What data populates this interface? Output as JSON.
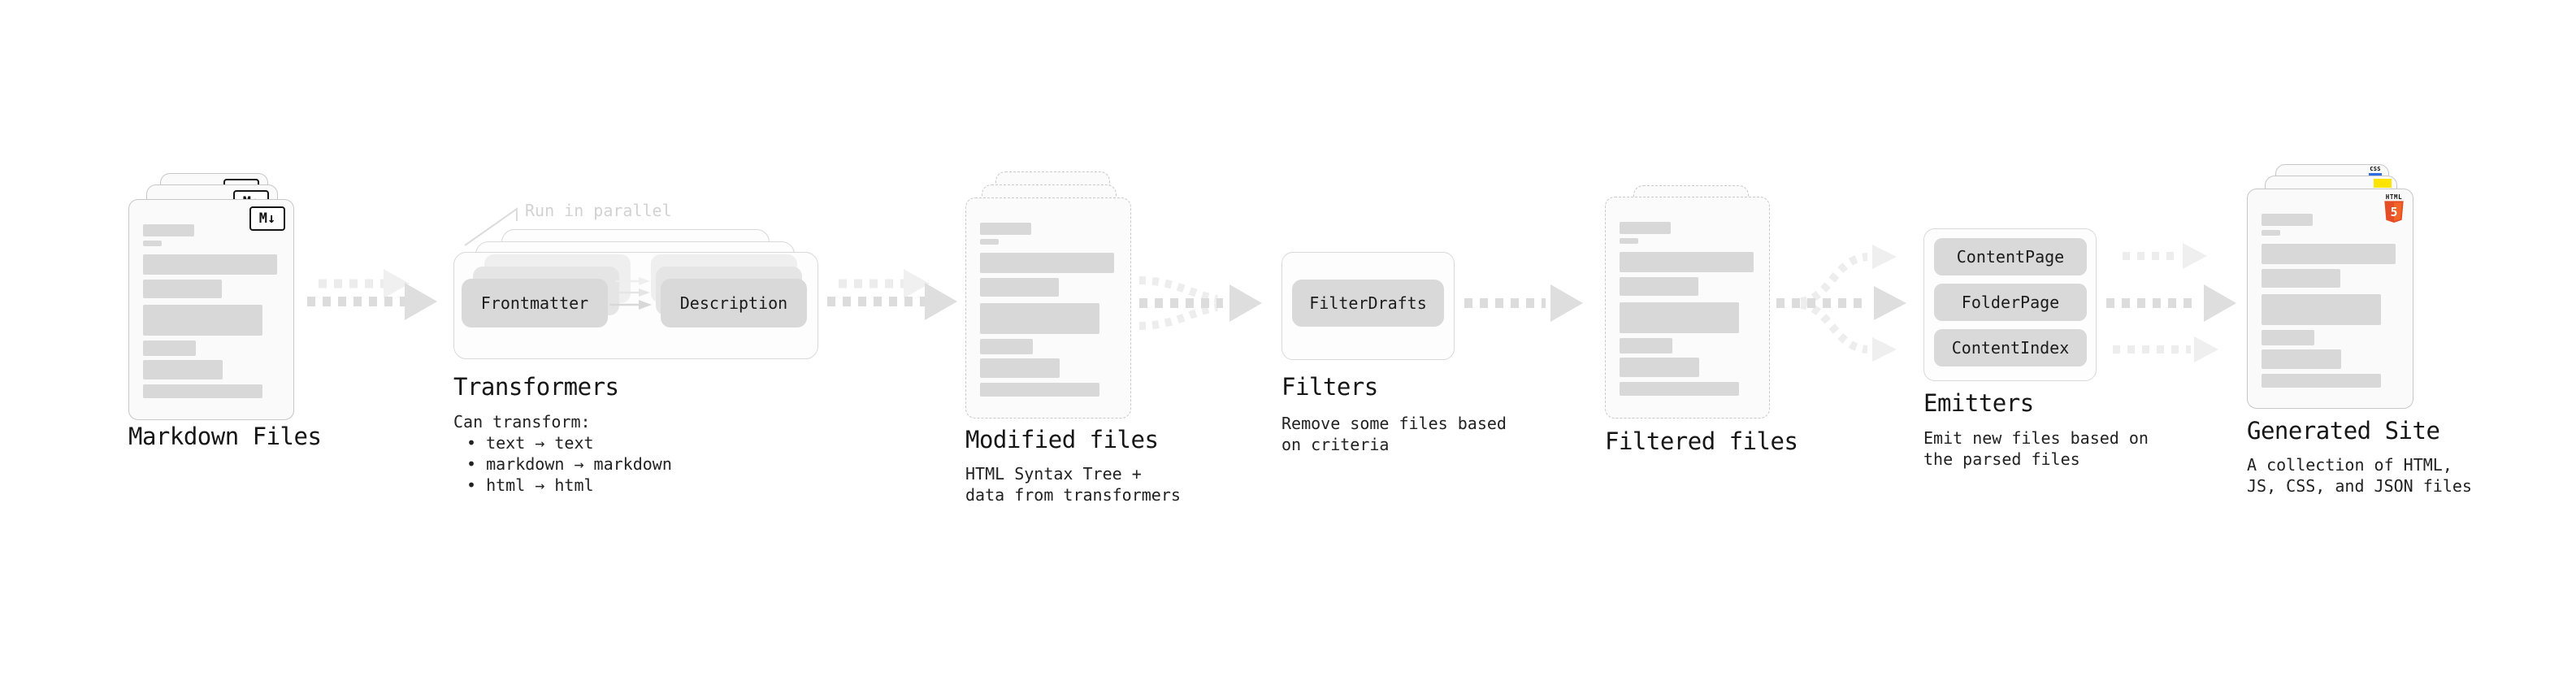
{
  "stages": {
    "markdown_files": {
      "title": "Markdown Files",
      "logo": "M↓"
    },
    "transformers": {
      "title": "Transformers",
      "annotation": "Run in parallel",
      "chip_left": "Frontmatter",
      "chip_right": "Description",
      "desc_heading": "Can transform:",
      "bullets": [
        "• text → text",
        "• markdown → markdown",
        "• html → html"
      ]
    },
    "modified_files": {
      "title": "Modified files",
      "desc_line1": "HTML Syntax Tree +",
      "desc_line2": "data from transformers"
    },
    "filters": {
      "title": "Filters",
      "chip": "FilterDrafts",
      "desc_line1": "Remove some files based",
      "desc_line2": "on criteria"
    },
    "filtered_files": {
      "title": "Filtered files"
    },
    "emitters": {
      "title": "Emitters",
      "chips": [
        "ContentPage",
        "FolderPage",
        "ContentIndex"
      ],
      "desc_line1": "Emit new files based on",
      "desc_line2": "the parsed files"
    },
    "generated_site": {
      "title": "Generated Site",
      "desc_line1": "A collection of HTML,",
      "desc_line2": "JS, CSS, and JSON files",
      "css_badge": "CSS",
      "html_badge_label": "HTML",
      "html_badge_number": "5"
    }
  },
  "colors": {
    "html5_orange_dark": "#e44d26",
    "html5_orange_light": "#f16529",
    "js_yellow": "#ffe400",
    "css_blue": "#2e6ce5"
  }
}
